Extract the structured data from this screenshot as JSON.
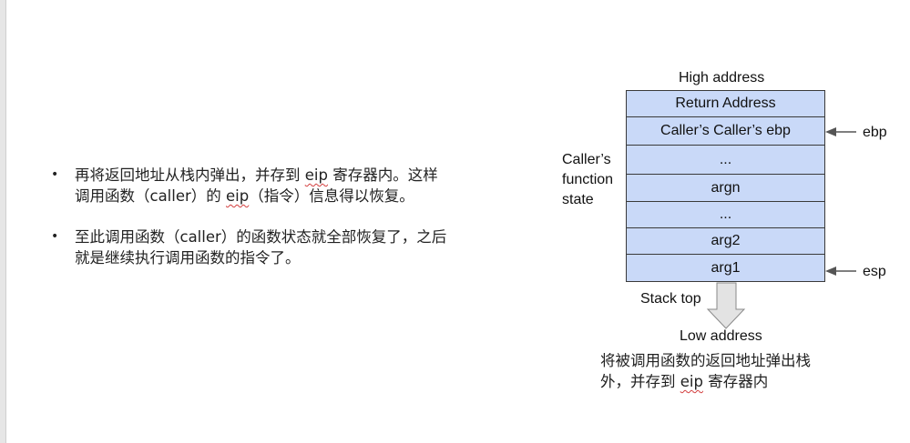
{
  "bullets": [
    {
      "line1_pre": "再将返回地址从栈内弹出，并存到 ",
      "line1_eip": "eip",
      "line1_post": " 寄存器内。这样",
      "line2_pre": "调用函数（caller）的 ",
      "line2_eip": "eip",
      "line2_post": "（指令）信息得以恢复。"
    },
    {
      "line1": "至此调用函数（caller）的函数状态就全部恢复了，之后",
      "line2": "就是继续执行调用函数的指令了。"
    }
  ],
  "diagram": {
    "high_address": "High address",
    "low_address": "Low address",
    "stack_top": "Stack top",
    "caller_state": [
      "Caller’s",
      "function",
      "state"
    ],
    "cells": [
      "Return Address",
      "Caller’s Caller’s ebp",
      "...",
      "argn",
      "...",
      "arg2",
      "arg1"
    ],
    "ebp_label": "ebp",
    "esp_label": "esp",
    "cell_color": "#c9d9f8"
  },
  "caption": {
    "line1": "将被调用函数的返回地址弹出栈",
    "line2_pre": "外，并存到 ",
    "line2_eip": "eip",
    "line2_post": " 寄存器内"
  }
}
